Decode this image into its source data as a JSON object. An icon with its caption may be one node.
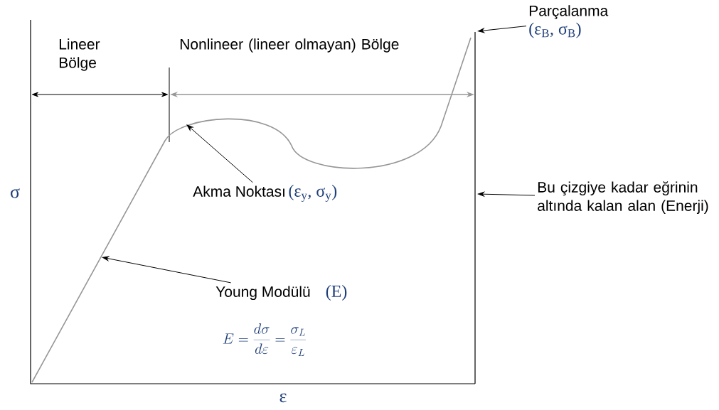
{
  "diagram": {
    "nodes": [
      {
        "text": [
          "Parçalanma",
          "(ε$_{B}$, σ$_{B}$)"
        ]
      },
      {
        "text": [
          "Akma Noktası",
          "(ε$_{y}$, σ$_{y}$)"
        ]
      },
      {
        "text": [
          "Bu çizgiye kadar eğrinin altında kalan alan (Enerji)"
        ]
      },
      {
        "text": [
          "Young Modülü",
          "(E)"
        ]
      }
    ],
    "edges": [
      {
        "from": 0,
        "to": null,
        "arrow": "to"
      },
      {
        "from": 1,
        "to": null,
        "arrow": "to"
      },
      {
        "from": 2,
        "to": null,
        "arrow": "to"
      },
      {
        "from": 3,
        "to": null,
        "arrow": "to"
      }
    ],
    "labels": [
      "Lineer Bölge",
      "Nonlineer (lineer olmayan) Bölge",
      "σ",
      "E = \\frac{d\\sigma}{d\\varepsilon} = \\frac{\\sigma_L}{\\varepsilon_L}",
      "ε"
    ]
  }
}
